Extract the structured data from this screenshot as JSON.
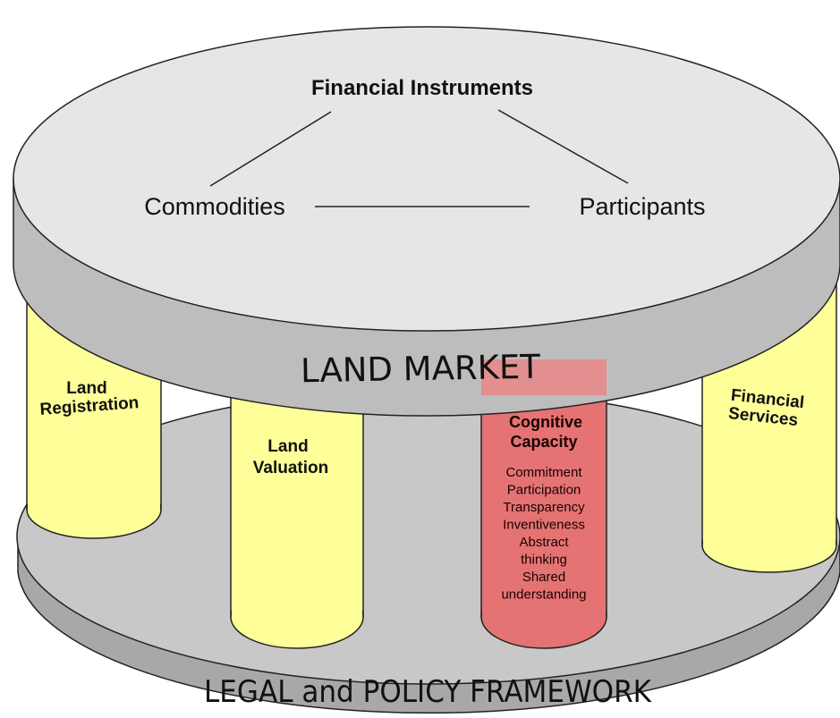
{
  "diagram": {
    "top_platform": {
      "center_label": "Financial Instruments",
      "left_label": "Commodities",
      "right_label": "Participants",
      "band_label": "LAND MARKET"
    },
    "base_platform": {
      "band_label": "LEGAL and POLICY FRAMEWORK"
    },
    "pillars": {
      "land_registration": {
        "line1": "Land",
        "line2": "Registration"
      },
      "land_valuation": {
        "line1": "Land",
        "line2": "Valuation"
      },
      "cognitive_capacity": {
        "line1": "Cognitive",
        "line2": "Capacity",
        "items": [
          "Commitment",
          "Participation",
          "Transparency",
          "Inventiveness",
          "Abstract",
          "thinking",
          "Shared",
          "understanding"
        ]
      },
      "financial_services": {
        "line1": "Financial",
        "line2": "Services"
      }
    },
    "colors": {
      "pillar_yellow": "#ffff99",
      "pillar_red": "#e57373",
      "platform_top": "#e6e6e6",
      "platform_side": "#bdbdbd",
      "base_top": "#c8c8c8"
    }
  }
}
